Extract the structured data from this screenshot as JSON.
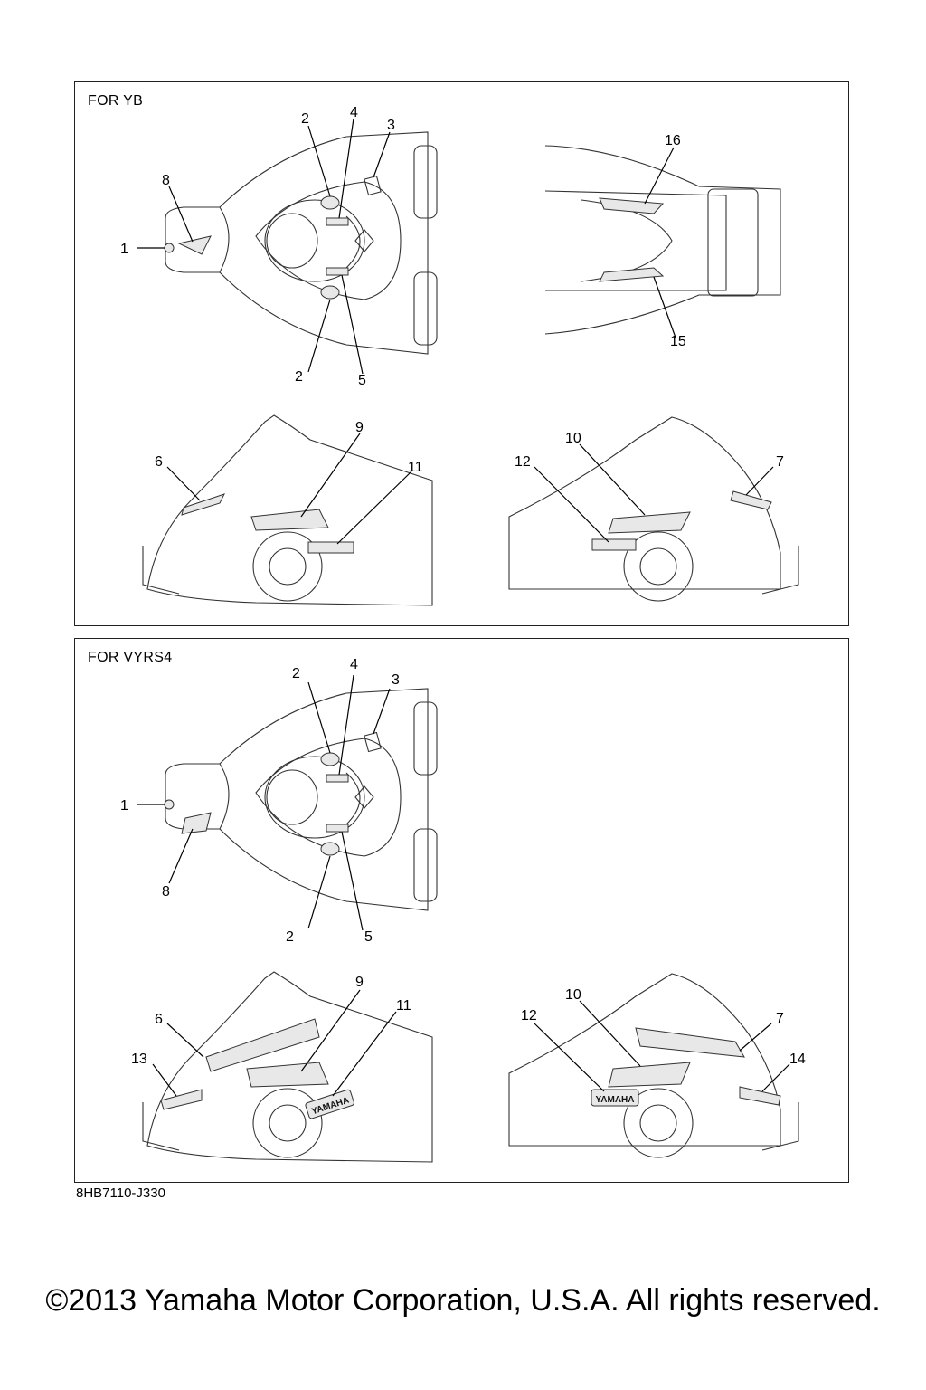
{
  "panels": [
    {
      "title": "FOR YB",
      "callouts": [
        "1",
        "2",
        "2",
        "3",
        "4",
        "5",
        "6",
        "7",
        "8",
        "9",
        "10",
        "11",
        "12",
        "15",
        "16"
      ]
    },
    {
      "title": "FOR VYRS4",
      "callouts": [
        "1",
        "2",
        "2",
        "3",
        "4",
        "5",
        "6",
        "7",
        "8",
        "9",
        "10",
        "11",
        "12",
        "13",
        "14"
      ]
    }
  ],
  "decal_text": "YAMAHA",
  "part_code": "8HB7110-J330",
  "copyright": "©2013 Yamaha Motor Corporation, U.S.A. All rights reserved."
}
